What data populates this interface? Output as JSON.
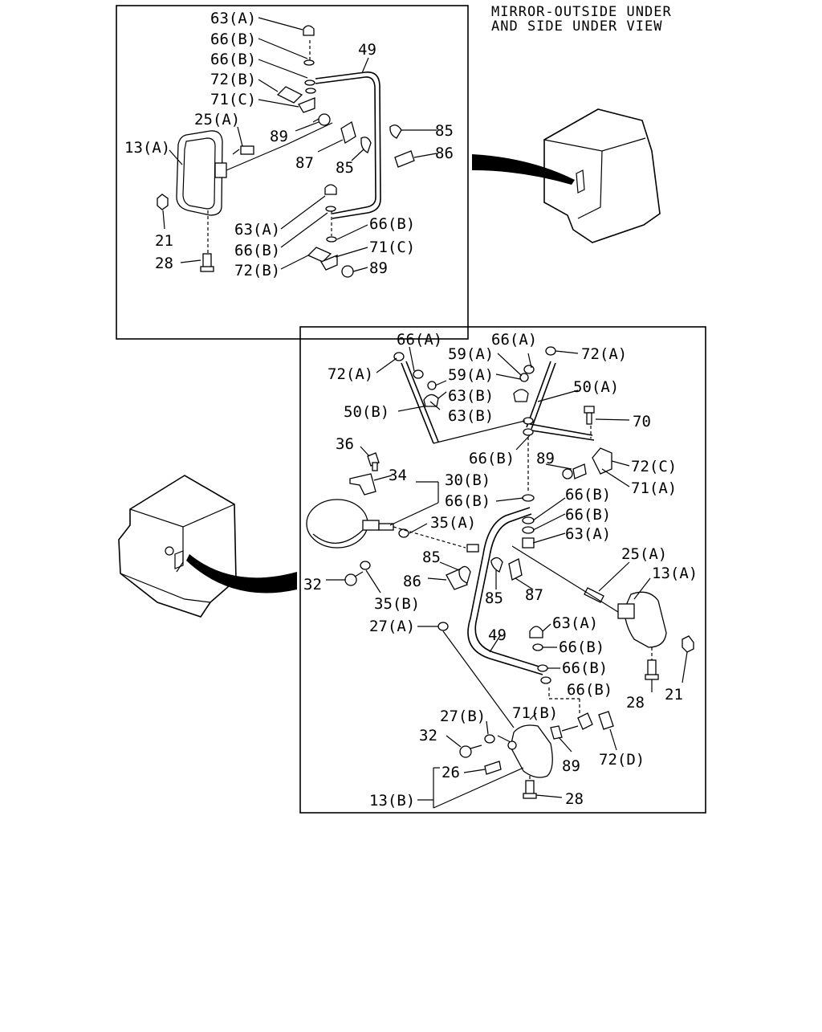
{
  "title": {
    "line1": "MIRROR-OUTSIDE UNDER",
    "line2": "AND SIDE UNDER VIEW"
  },
  "top_view": {
    "labels": [
      "63(A)",
      "66(B)",
      "66(B)",
      "72(B)",
      "71(C)",
      "25(A)",
      "13(A)",
      "89",
      "87",
      "85",
      "49",
      "85",
      "86",
      "21",
      "28",
      "63(A)",
      "66(B)",
      "72(B)",
      "66(B)",
      "71(C)",
      "89"
    ]
  },
  "bottom_view": {
    "labels": [
      "66(A)",
      "72(A)",
      "59(A)",
      "59(A)",
      "63(B)",
      "50(B)",
      "63(B)",
      "66(A)",
      "72(A)",
      "50(A)",
      "70",
      "36",
      "66(B)",
      "89",
      "72(C)",
      "71(A)",
      "34",
      "30(B)",
      "66(B)",
      "66(B)",
      "66(B)",
      "35(A)",
      "63(A)",
      "85",
      "86",
      "32",
      "35(B)",
      "85",
      "87",
      "25(A)",
      "13(A)",
      "27(A)",
      "49",
      "63(A)",
      "66(B)",
      "66(B)",
      "28",
      "21",
      "66(B)",
      "27(B)",
      "71(B)",
      "32",
      "89",
      "72(D)",
      "26",
      "28",
      "13(B)"
    ]
  }
}
